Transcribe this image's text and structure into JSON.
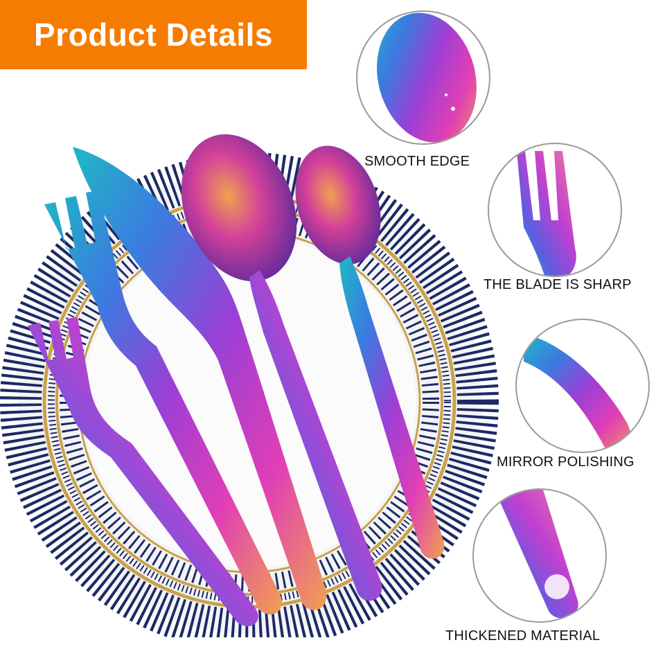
{
  "banner": {
    "title": "Product Details",
    "color": "#f57c00"
  },
  "details": [
    {
      "label": "SMOOTH EDGE",
      "icon": "spoon-closeup"
    },
    {
      "label": "THE BLADE IS SHARP",
      "icon": "fork-closeup"
    },
    {
      "label": "MIRROR POLISHING",
      "icon": "knife-closeup"
    },
    {
      "label": "THICKENED MATERIAL",
      "icon": "handle-closeup"
    }
  ],
  "colors": {
    "rainbow": [
      "#1fb8c4",
      "#3b7be0",
      "#9b3fd6",
      "#e03fb5",
      "#f0a050"
    ],
    "plate_rim": "#1c2a66",
    "gold_trim": "#c9a24a"
  }
}
